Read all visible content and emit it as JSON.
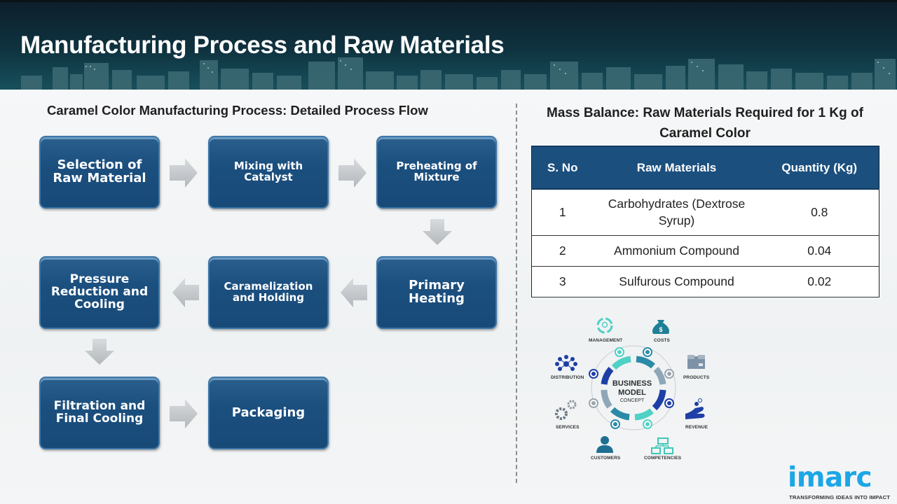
{
  "header": {
    "title": "Manufacturing Process and Raw Materials"
  },
  "process_flow": {
    "title": "Caramel Color Manufacturing Process: Detailed Process Flow",
    "steps": [
      {
        "order": 1,
        "lines": [
          "Selection of",
          "Raw Material"
        ]
      },
      {
        "order": 2,
        "lines": [
          "Mixing with",
          "Catalyst"
        ]
      },
      {
        "order": 3,
        "lines": [
          "Preheating of",
          "Mixture"
        ]
      },
      {
        "order": 4,
        "lines": [
          "Primary",
          "Heating"
        ]
      },
      {
        "order": 5,
        "lines": [
          "Caramelization",
          "and Holding"
        ]
      },
      {
        "order": 6,
        "lines": [
          "Pressure",
          "Reduction and",
          "Cooling"
        ]
      },
      {
        "order": 7,
        "lines": [
          "Filtration and",
          "Final Cooling"
        ]
      },
      {
        "order": 8,
        "lines": [
          "Packaging"
        ]
      }
    ],
    "arrows": [
      {
        "from": 1,
        "to": 2,
        "direction": "right"
      },
      {
        "from": 2,
        "to": 3,
        "direction": "right"
      },
      {
        "from": 3,
        "to": 4,
        "direction": "down"
      },
      {
        "from": 4,
        "to": 5,
        "direction": "left"
      },
      {
        "from": 5,
        "to": 6,
        "direction": "left"
      },
      {
        "from": 6,
        "to": 7,
        "direction": "down"
      },
      {
        "from": 7,
        "to": 8,
        "direction": "right"
      }
    ]
  },
  "mass_balance": {
    "title_line1": "Mass Balance: Raw Materials Required for 1 Kg of",
    "title_line2": "Caramel Color",
    "columns": [
      "S. No",
      "Raw Materials",
      "Quantity (Kg)"
    ],
    "rows": [
      {
        "sno": "1",
        "material_line1": "Carbohydrates (Dextrose",
        "material_line2": "Syrup)",
        "quantity": "0.8"
      },
      {
        "sno": "2",
        "material_line1": "Ammonium Compound",
        "material_line2": "",
        "quantity": "0.04"
      },
      {
        "sno": "3",
        "material_line1": "Sulfurous Compound",
        "material_line2": "",
        "quantity": "0.02"
      }
    ]
  },
  "business_model": {
    "center_line1": "BUSINESS",
    "center_line2": "MODEL",
    "center_line3": "CONCEPT",
    "labels": {
      "management": "MANAGEMENT",
      "costs": "COSTS",
      "products": "PRODUCTS",
      "revenue": "REVENUE",
      "competencies": "COMPETENCIES",
      "customers": "CUSTOMERS",
      "services": "SERVICES",
      "distribution": "DISTRIBUTION"
    }
  },
  "logo": {
    "wordmark": "imarc",
    "tagline": "TRANSFORMING IDEAS INTO IMPACT",
    "color": "#1ca6e6"
  },
  "colors": {
    "step_box": "#1b4f7e",
    "table_header": "#1b4f7e",
    "arrow": "#bfc3c7",
    "header_bg": "#0f3340"
  }
}
